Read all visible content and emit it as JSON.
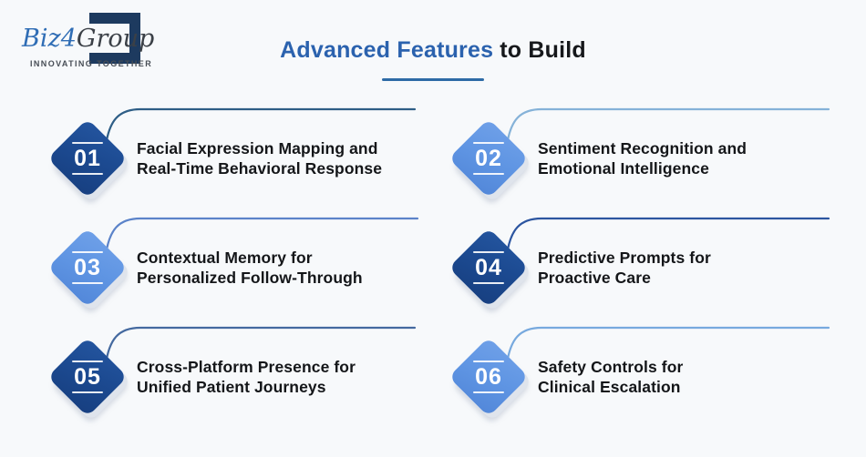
{
  "logo": {
    "name_biz": "Biz",
    "name_4": "4",
    "name_group": "Group",
    "tagline": "INNOVATING TOGETHER"
  },
  "header": {
    "title_highlight": "Advanced Features",
    "title_rest": "to Build"
  },
  "items": [
    {
      "number": "01",
      "line1": "Facial Expression Mapping and",
      "line2": "Real-Time Behavioral Response",
      "variant": "dark",
      "line_color": "#2e5e86"
    },
    {
      "number": "02",
      "line1": "Sentiment Recognition and",
      "line2": "Emotional Intelligence",
      "variant": "light",
      "line_color": "#85b2d8"
    },
    {
      "number": "03",
      "line1": "Contextual Memory for",
      "line2": "Personalized Follow-Through",
      "variant": "light",
      "line_color": "#5b83c9"
    },
    {
      "number": "04",
      "line1": "Predictive Prompts for",
      "line2": "Proactive Care",
      "variant": "dark",
      "line_color": "#2c55a0"
    },
    {
      "number": "05",
      "line1": "Cross-Platform Presence for",
      "line2": "Unified Patient Journeys",
      "variant": "dark",
      "line_color": "#44699f"
    },
    {
      "number": "06",
      "line1": "Safety Controls for",
      "line2": "Clinical Escalation",
      "variant": "light",
      "line_color": "#77a9de"
    }
  ],
  "colors": {
    "background": "#f7f9fb",
    "title_blue": "#2b62ae",
    "title_dark": "#16181b",
    "text_dark": "#141619",
    "diamond_dark": "#1d4d95",
    "diamond_light": "#5f95e3",
    "underline": "#2e6ba6",
    "logo_navy": "#1d3a5f",
    "logo_blue": "#2f6db5"
  }
}
